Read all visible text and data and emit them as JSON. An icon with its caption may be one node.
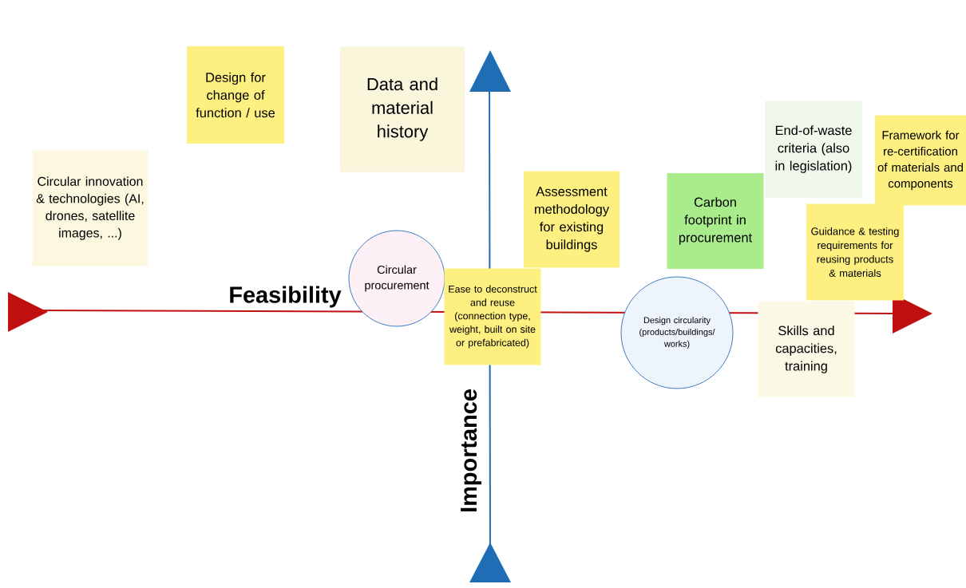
{
  "diagram": {
    "nodes": [
      {
        "text": [
          "Design for change of function / use"
        ]
      },
      {
        "text": [
          "Data and material history"
        ]
      },
      {
        "text": [
          "Circular innovation & technologies (AI, drones, satellite images, ...)"
        ]
      },
      {
        "text": [
          "End-of-waste criteria (also in legislation)"
        ]
      },
      {
        "text": [
          "Framework for re-certification of materials and components"
        ]
      },
      {
        "text": [
          "Assessment methodology for existing buildings"
        ]
      },
      {
        "text": [
          "Carbon footprint in procurement"
        ]
      },
      {
        "text": [
          "Guidance & testing requirements for reusing products & materials"
        ]
      },
      {
        "text": [
          "Circular procurement"
        ]
      },
      {
        "text": [
          "Ease to deconstruct and reuse (connection type, weight, built on site or prefabricated)"
        ]
      },
      {
        "text": [
          "Design circularity (products/buildings/ works)"
        ]
      },
      {
        "text": [
          "Skills and capacities, training"
        ]
      }
    ],
    "labels": [
      "Feasibility",
      "Importance"
    ]
  }
}
